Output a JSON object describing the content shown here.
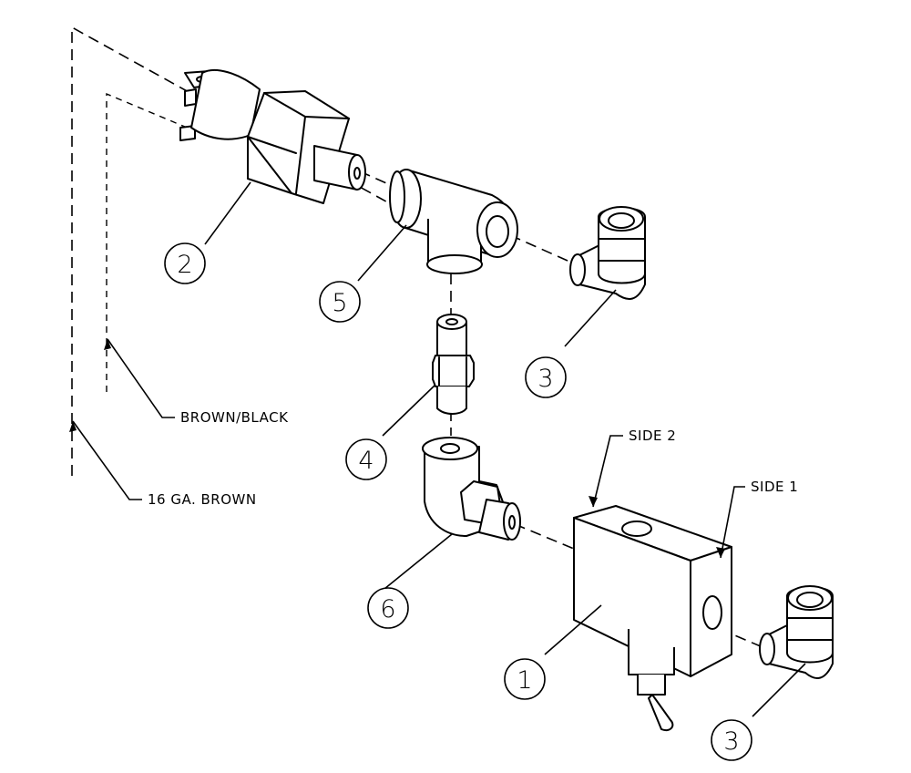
{
  "balloons": {
    "b1": "1",
    "b2": "2",
    "b3a": "3",
    "b3b": "3",
    "b4": "4",
    "b5": "5",
    "b6": "6"
  },
  "labels": {
    "brown_black": "BROWN/BLACK",
    "ga16_brown": "16 GA. BROWN",
    "side2": "SIDE 2",
    "side1": "SIDE 1"
  }
}
